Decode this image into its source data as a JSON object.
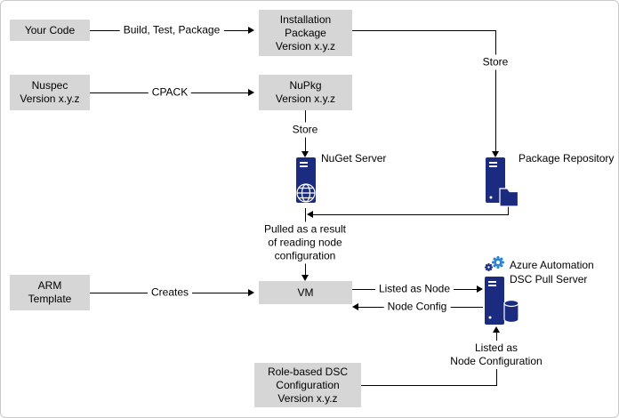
{
  "diagram": {
    "boxes": {
      "your_code": "Your Code",
      "installation_package": "Installation\nPackage\nVersion x.y.z",
      "nuspec": "Nuspec\nVersion x.y.z",
      "nupkg": "NuPkg\nVersion x.y.z",
      "arm_template": "ARM\nTemplate",
      "vm": "VM",
      "role_dsc": "Role-based DSC\nConfiguration\nVersion x.y.z"
    },
    "edge_labels": {
      "build_test_package": "Build, Test, Package",
      "cpack": "CPACK",
      "store_install": "Store",
      "store_nupkg": "Store",
      "creates": "Creates",
      "listed_as_node": "Listed as Node",
      "node_config": "Node Config",
      "pulled": "Pulled as a result\nof reading node\nconfiguration",
      "listed_as_node_config": "Listed as\nNode Configuration"
    },
    "icon_labels": {
      "nuget_server": "NuGet Server",
      "package_repository": "Package Repository",
      "azure_automation": "Azure Automation\nDSC Pull Server"
    },
    "colors": {
      "box_fill": "#d6d6d6",
      "icon_blue": "#1a2b80",
      "accent_blue": "#2e86d0",
      "line": "#000000"
    }
  }
}
